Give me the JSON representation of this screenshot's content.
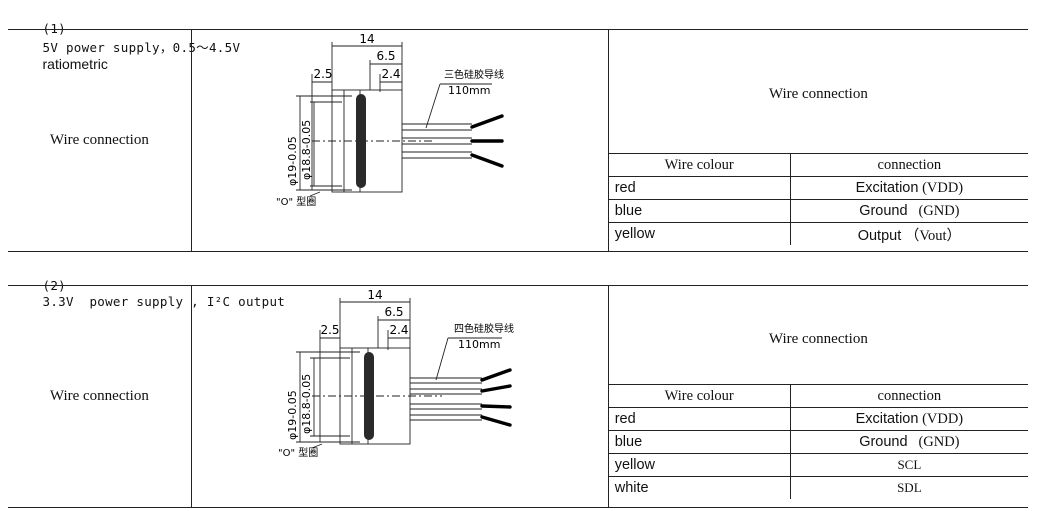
{
  "section1": {
    "heading_prefix": "(1)",
    "heading_mono": "5V power supply，0.5～4.5V",
    "heading_sans": "ratiometric",
    "row_label": "Wire connection",
    "drawing": {
      "dim_total": "14",
      "dim_mid": "6.5",
      "dim_left": "2.5",
      "dim_right": "2.4",
      "dia_outer": "φ19-0.05",
      "dia_inner": "φ18.8-0.05",
      "oring": "\"O\" 型圈",
      "wire_note": "三色硅胶导线",
      "wire_len": "110mm"
    },
    "table_title": "Wire connection",
    "col_colour": "Wire colour",
    "col_connection": "connection",
    "rows": [
      {
        "colour": "red",
        "conn_main": "Excitation",
        "conn_paren": "(VDD)"
      },
      {
        "colour": "blue",
        "conn_main": "Ground",
        "conn_paren": "(GND)"
      },
      {
        "colour": "yellow",
        "conn_main": "Output",
        "conn_paren": "（Vout）"
      }
    ]
  },
  "section2": {
    "heading_prefix": "(2)",
    "heading_mono": "3.3V  power supply , I²C output",
    "row_label": "Wire connection",
    "drawing": {
      "dim_total": "14",
      "dim_mid": "6.5",
      "dim_left": "2.5",
      "dim_right": "2.4",
      "dia_outer": "φ19-0.05",
      "dia_inner": "φ18.8-0.05",
      "oring": "\"O\" 型圈",
      "wire_note": "四色硅胶导线",
      "wire_len": "110mm"
    },
    "table_title": "Wire connection",
    "col_colour": "Wire colour",
    "col_connection": "connection",
    "rows": [
      {
        "colour": "red",
        "conn_main": "Excitation",
        "conn_paren": "(VDD)"
      },
      {
        "colour": "blue",
        "conn_main": "Ground",
        "conn_paren": "(GND)"
      },
      {
        "colour": "yellow",
        "conn_main": "SCL",
        "conn_paren": ""
      },
      {
        "colour": "white",
        "conn_main": "SDL",
        "conn_paren": ""
      }
    ]
  }
}
